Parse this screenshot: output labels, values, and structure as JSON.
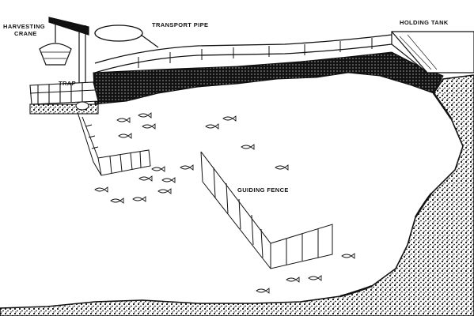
{
  "labels": {
    "harvesting_crane_line1": "HARVESTING",
    "harvesting_crane_line2": "CRANE",
    "transport_pipe": "TRANSPORT PIPE",
    "holding_tank": "HOLDING TANK",
    "trap": "TRAP",
    "guiding_fence": "GUIDING FENCE"
  },
  "colors": {
    "ink": "#111111",
    "paper": "#ffffff"
  },
  "fish_count": 20
}
